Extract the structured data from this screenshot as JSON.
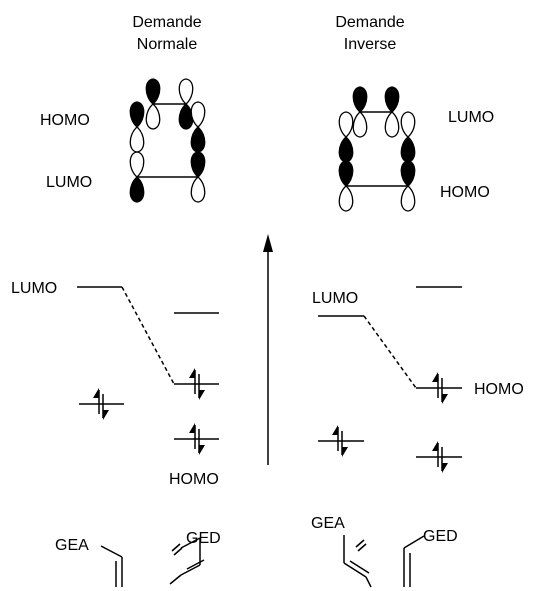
{
  "headers": {
    "normal_line1": "Demande",
    "normal_line2": "Normale",
    "inverse_line1": "Demande",
    "inverse_line2": "Inverse"
  },
  "orbital_labels": {
    "normal_homo": "HOMO",
    "normal_lumo": "LUMO",
    "inverse_lumo": "LUMO",
    "inverse_homo": "HOMO"
  },
  "energy_labels": {
    "left_lumo": "LUMO",
    "left_homo": "HOMO",
    "right_lumo": "LUMO",
    "right_homo": "HOMO"
  },
  "substituents": {
    "left_dienophile": "GEA",
    "left_diene": "GED",
    "right_diene": "GEA",
    "right_dienophile": "GED"
  },
  "icons": [
    "orbital-lobe",
    "electron-pair-arrows",
    "energy-axis-arrow"
  ]
}
